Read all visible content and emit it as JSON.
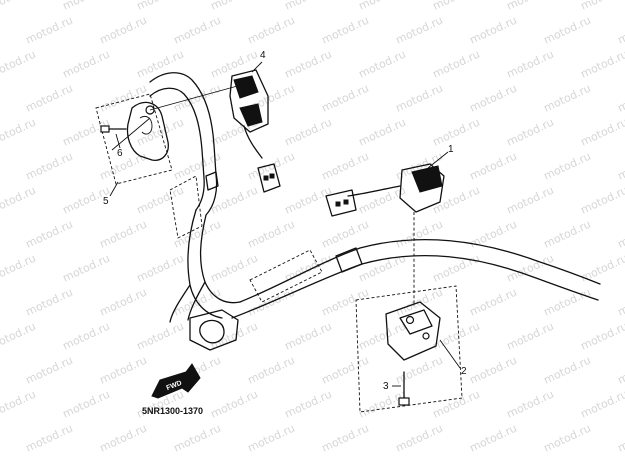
{
  "watermark": "motod.ru",
  "callouts": {
    "c1": "1",
    "c2": "2",
    "c3": "3",
    "c4": "4",
    "c5": "5",
    "c6": "6"
  },
  "code_label": "5NR1300-1370",
  "badge_text": "FWD"
}
